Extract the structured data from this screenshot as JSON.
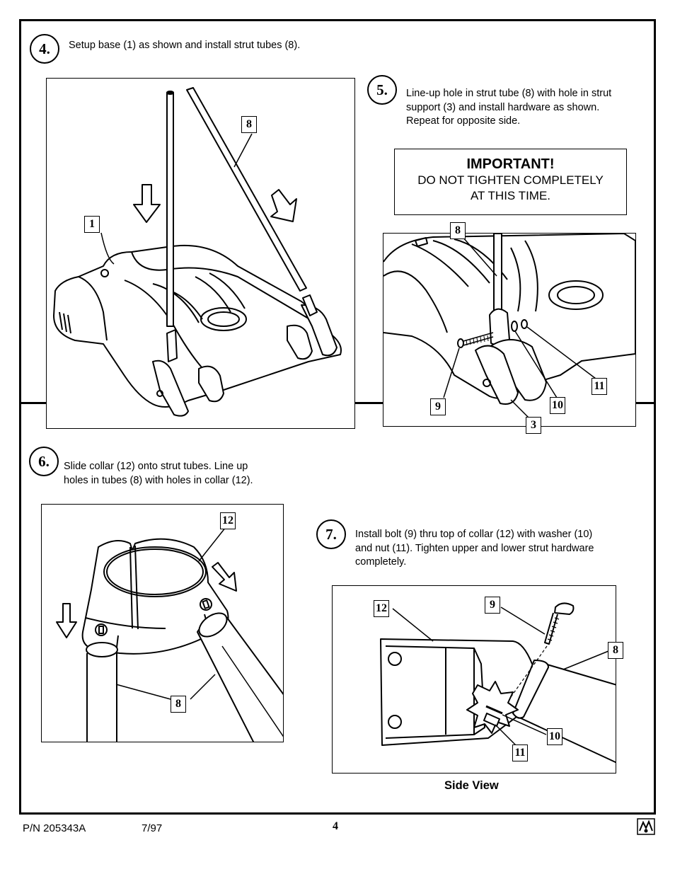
{
  "steps": {
    "s4": {
      "number": "4.",
      "text": "Setup base (1) as shown and install strut tubes (8)."
    },
    "s5": {
      "number": "5.",
      "line1": "Line-up hole in strut tube (8) with hole in strut",
      "line2": "support (3) and install hardware as shown.",
      "line3": "Repeat for opposite side."
    },
    "s6": {
      "number": "6.",
      "line1": "Slide collar (12) onto strut tubes.  Line up",
      "line2": "holes in  tubes (8) with holes in collar (12)."
    },
    "s7": {
      "number": "7.",
      "line1": "Install bolt (9) thru top of collar (12) with washer (10)",
      "line2": "and nut (11).  Tighten upper and lower strut hardware",
      "line3": "completely."
    }
  },
  "important": {
    "title": "IMPORTANT!",
    "line1": "DO NOT TIGHTEN COMPLETELY",
    "line2": "AT THIS TIME."
  },
  "callouts": {
    "p4_strut": "8",
    "p4_base": "1",
    "p5_strut": "8",
    "p5_bolt": "9",
    "p5_support": "3",
    "p5_washer": "10",
    "p5_nut": "11",
    "p6_collar": "12",
    "p6_strut": "8",
    "p7_collar": "12",
    "p7_bolt": "9",
    "p7_strut": "8",
    "p7_washer": "10",
    "p7_nut": "11"
  },
  "side_view_caption": "Side View",
  "footer": {
    "part_number": "P/N 205343A",
    "date": "7/97",
    "page": "4"
  },
  "icons": {
    "logo": "brand-logo-icon"
  }
}
